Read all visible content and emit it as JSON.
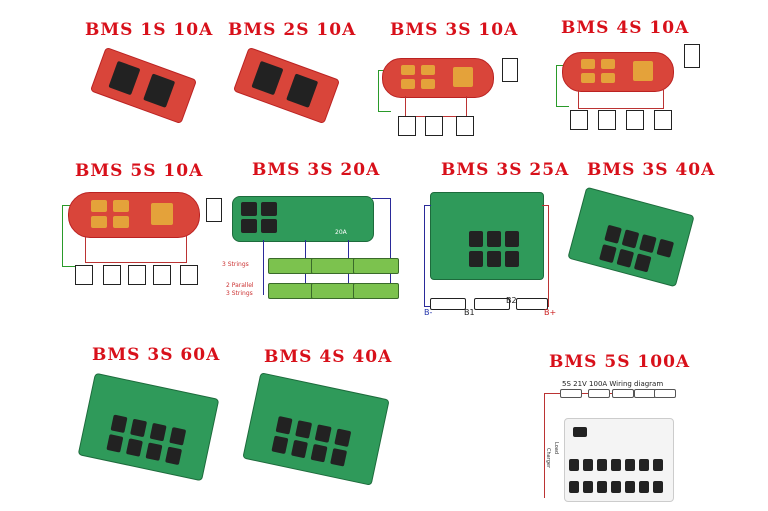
{
  "products": [
    {
      "title": "BMS 1S 10A"
    },
    {
      "title": "BMS 2S 10A"
    },
    {
      "title": "BMS 3S 10A"
    },
    {
      "title": "BMS 4S 10A"
    },
    {
      "title": "BMS 5S 10A"
    },
    {
      "title": "BMS 3S 20A"
    },
    {
      "title": "BMS 3S 25A"
    },
    {
      "title": "BMS 3S 40A"
    },
    {
      "title": "BMS 3S 60A"
    },
    {
      "title": "BMS 4S 40A"
    },
    {
      "title": "BMS 5S 100A"
    }
  ],
  "diagram_20a": {
    "label_top": "3 Strings",
    "label_bottom_1": "2 Parallel",
    "label_bottom_2": "3 Strings",
    "board_mark": "20A"
  },
  "diagram_25a": {
    "b_minus": "B-",
    "b1": "B1",
    "b2": "B2",
    "b_plus": "B+"
  },
  "diagram_100a": {
    "heading": "5S 21V 100A Wiring diagram",
    "charger": "Charger",
    "load": "Load"
  },
  "colors": {
    "title": "#d8101a",
    "board_red": "#d9453a",
    "board_green": "#2f9a5a"
  }
}
